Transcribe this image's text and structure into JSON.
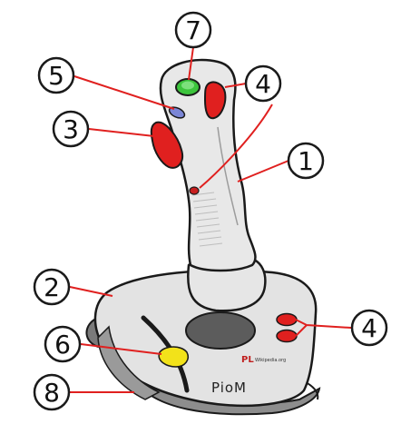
{
  "diagram": {
    "callouts": [
      {
        "id": "c7",
        "label": "7"
      },
      {
        "id": "c5",
        "label": "5"
      },
      {
        "id": "c4a",
        "label": "4"
      },
      {
        "id": "c3",
        "label": "3"
      },
      {
        "id": "c1",
        "label": "1"
      },
      {
        "id": "c2",
        "label": "2"
      },
      {
        "id": "c6",
        "label": "6"
      },
      {
        "id": "c4b",
        "label": "4"
      },
      {
        "id": "c8",
        "label": "8"
      }
    ],
    "brand_label": "PioM",
    "logo_letters": "PL",
    "logo_small_text": "Wikipedia.org"
  },
  "colors": {
    "outline": "#1a1a1a",
    "body": "#e6e6e6",
    "red": "#e0201f",
    "green": "#3cc43c",
    "blue": "#7b86d6",
    "yellow": "#f2e21a",
    "dark": "#555555"
  }
}
